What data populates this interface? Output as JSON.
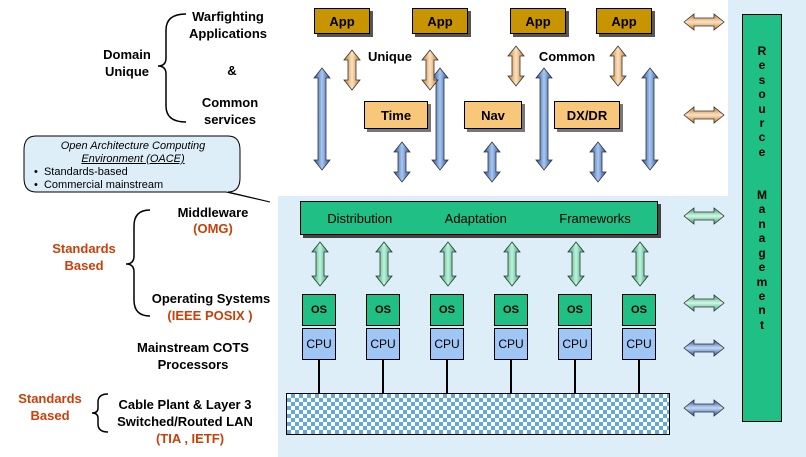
{
  "left_labels": {
    "domain_unique": "Domain\nUnique",
    "warfighting": "Warfighting\nApplications",
    "ampersand": "&",
    "common_services": "Common\nservices",
    "middleware": "Middleware",
    "omg": "(OMG)",
    "standards_based_1": "Standards\nBased",
    "operating_systems": "Operating Systems",
    "ieee_posix": "(IEEE POSIX )",
    "mainstream_cots": "Mainstream COTS\nProcessors",
    "standards_based_2": "Standards\nBased",
    "cable_plant": "Cable Plant & Layer 3\nSwitched/Routed LAN",
    "tia_ietf": "(TIA , IETF)"
  },
  "callout": {
    "title_line1": "Open Architecture Computing",
    "title_line2": "Environment (OACE)",
    "bullets": [
      "Standards-based",
      "Commercial mainstream"
    ]
  },
  "apps": [
    "App",
    "App",
    "App",
    "App"
  ],
  "app_labels": {
    "unique": "Unique",
    "common": "Common"
  },
  "services": [
    "Time",
    "Nav",
    "DX/DR"
  ],
  "middleware_bar": [
    "Distribution",
    "Adaptation",
    "Frameworks"
  ],
  "nodes": [
    {
      "os": "OS",
      "cpu": "CPU"
    },
    {
      "os": "OS",
      "cpu": "CPU"
    },
    {
      "os": "OS",
      "cpu": "CPU"
    },
    {
      "os": "OS",
      "cpu": "CPU"
    },
    {
      "os": "OS",
      "cpu": "CPU"
    },
    {
      "os": "OS",
      "cpu": "CPU"
    }
  ],
  "resource_management": "Resource Management",
  "colors": {
    "app": "#c89400",
    "service": "#f9c77a",
    "green": "#1fbf86",
    "cpu": "#9fc6f4",
    "panel": "#ddeef8",
    "standards_text": "#c8400a"
  }
}
